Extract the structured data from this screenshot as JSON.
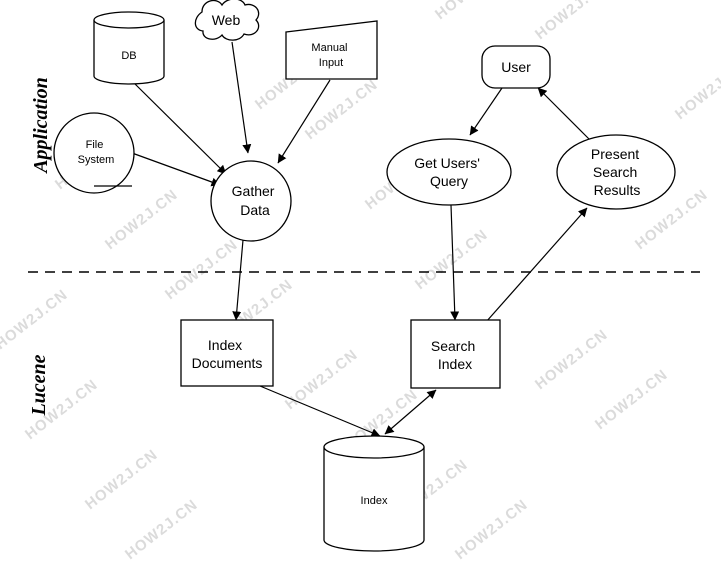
{
  "regions": {
    "application": "Application",
    "lucene": "Lucene"
  },
  "nodes": {
    "db": "DB",
    "web": "Web",
    "manual_input": [
      "Manual",
      "Input"
    ],
    "file_system": [
      "File",
      "System"
    ],
    "gather_data": [
      "Gather",
      "Data"
    ],
    "user": "User",
    "get_users_query": [
      "Get Users'",
      "Query"
    ],
    "present_results": [
      "Present",
      "Search",
      "Results"
    ],
    "index_documents": [
      "Index",
      "Documents"
    ],
    "search_index": [
      "Search",
      "Index"
    ],
    "index": "Index"
  },
  "watermark": "HOW2J.CN"
}
